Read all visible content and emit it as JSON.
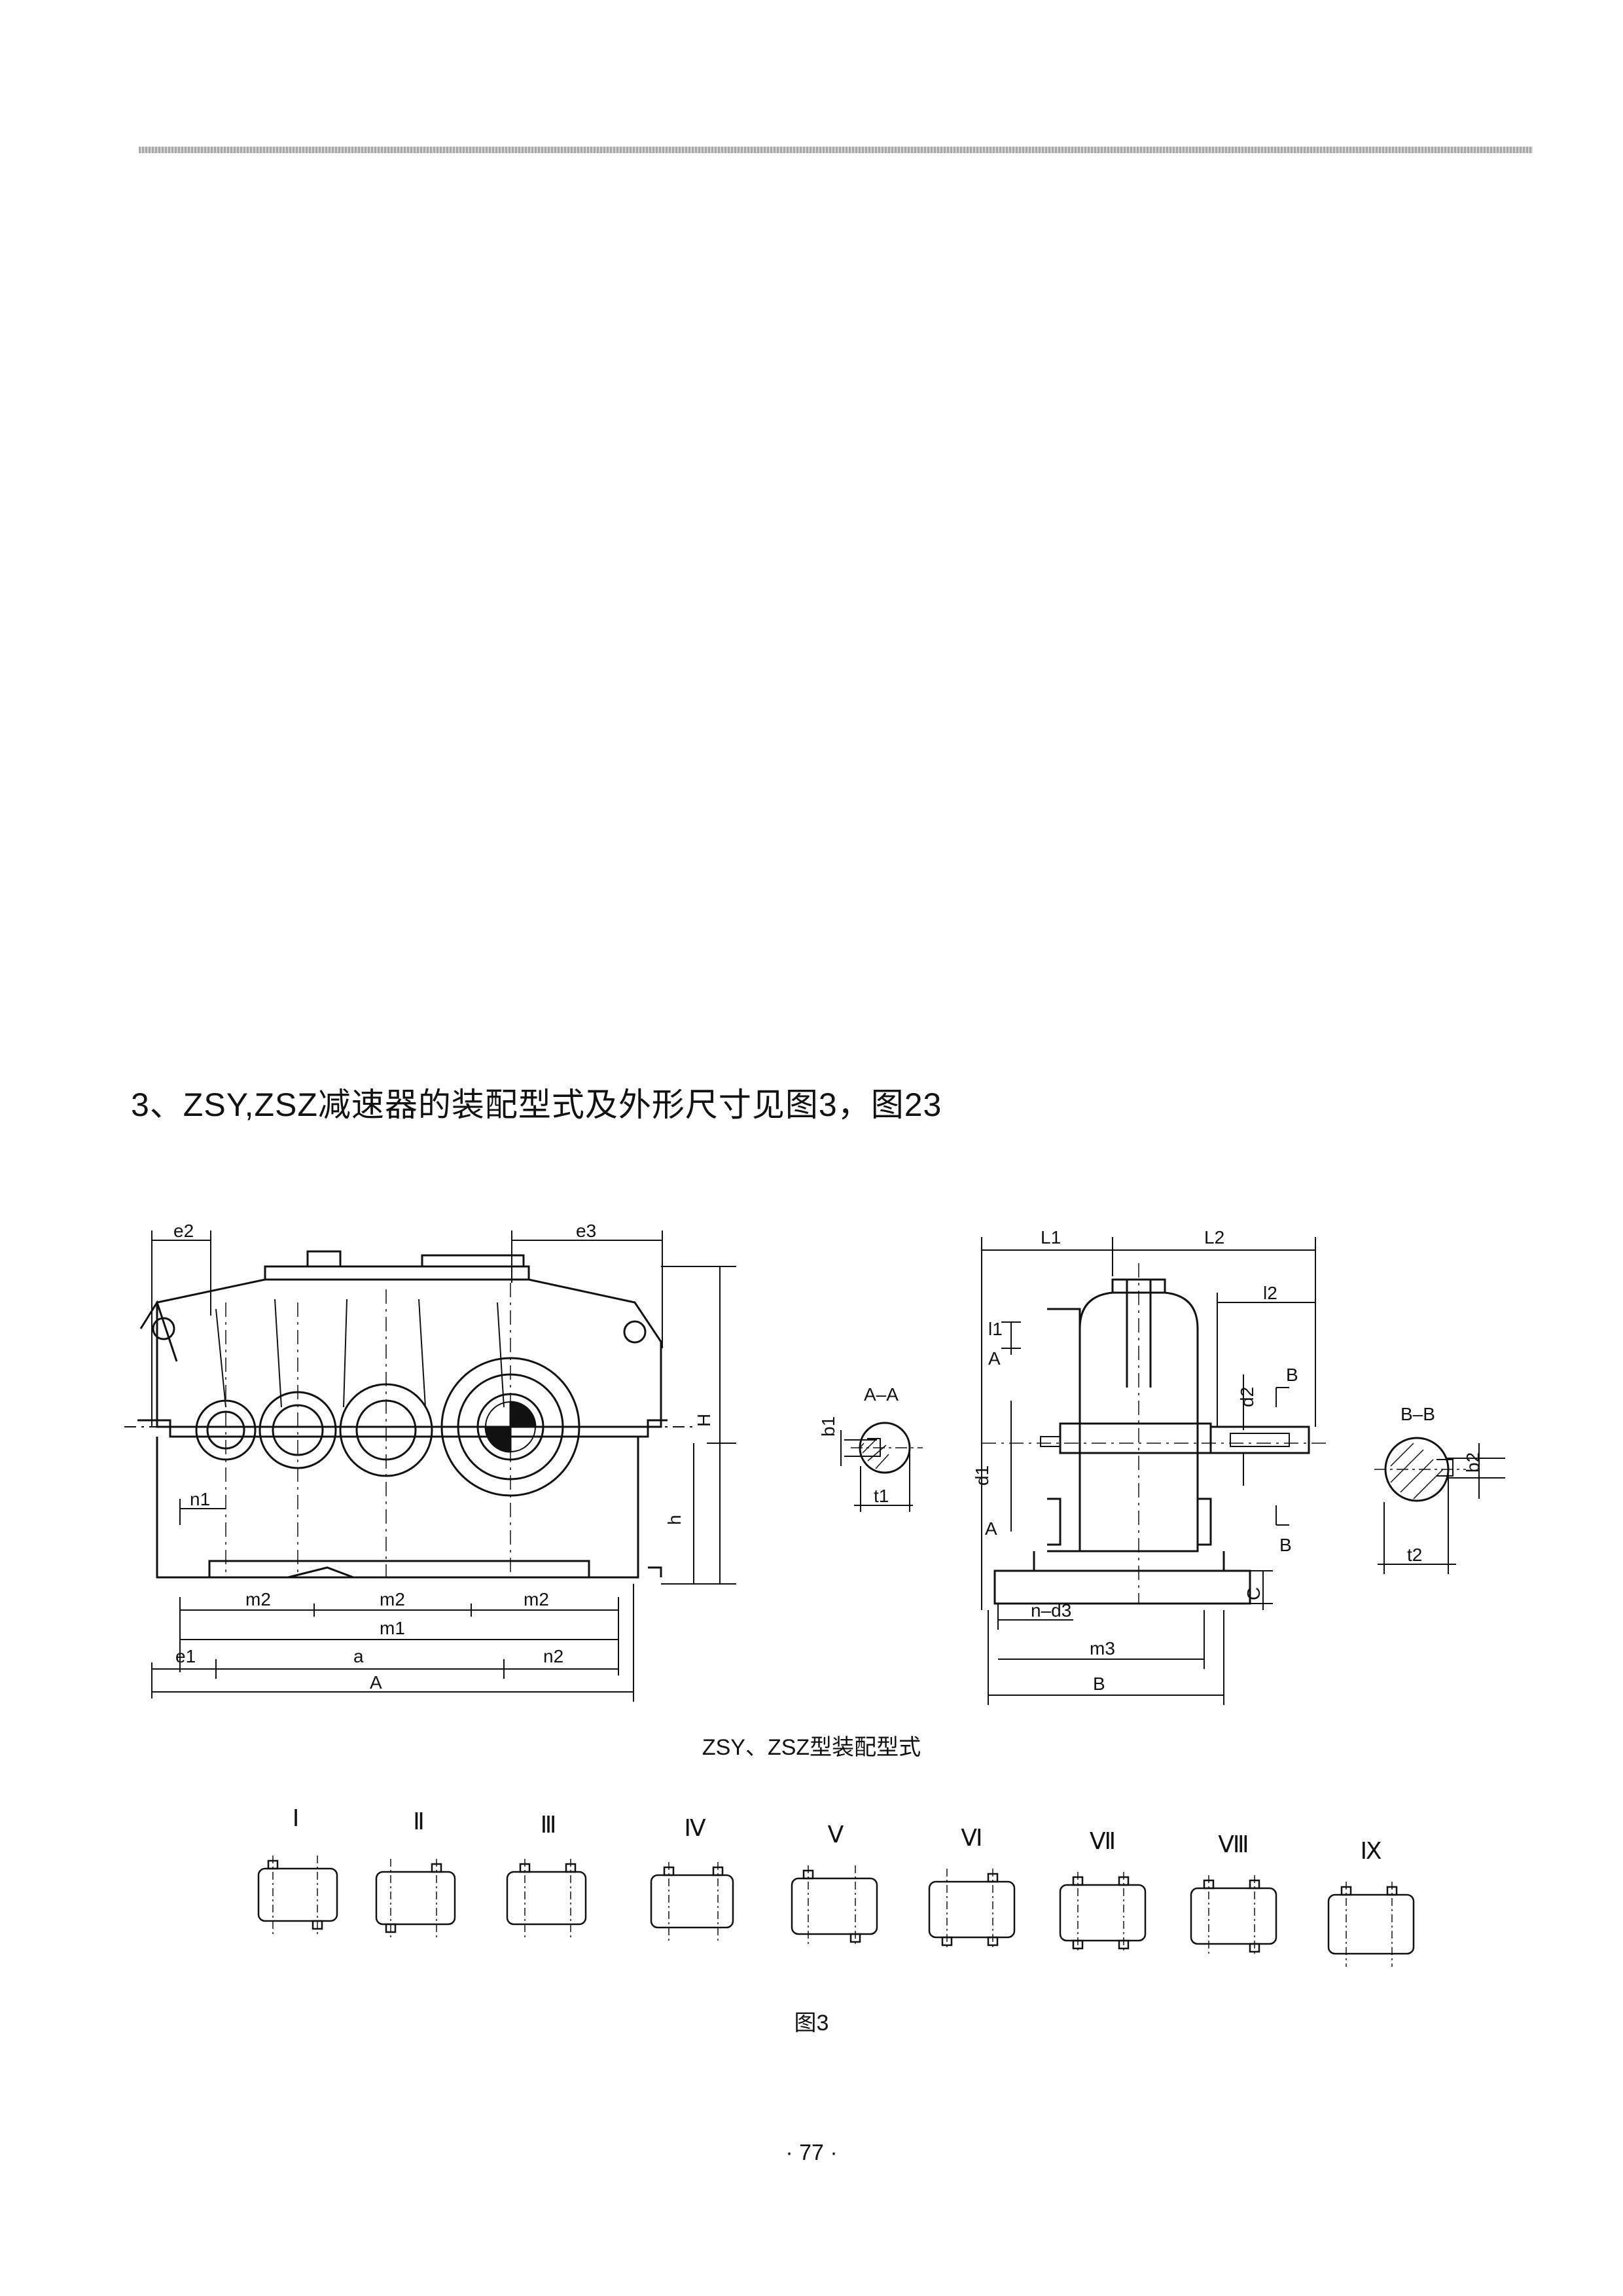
{
  "heading": "3、ZSY,ZSZ减速器的装配型式及外形尺寸见图3，图23",
  "front_view": {
    "labels": {
      "e2": "e2",
      "e3": "e3",
      "H": "H",
      "h": "h",
      "n1": "n1",
      "m2a": "m2",
      "m2b": "m2",
      "m2c": "m2",
      "m1": "m1",
      "e1": "e1",
      "a": "a",
      "n2": "n2",
      "A": "A"
    }
  },
  "section_aa": {
    "title": "A–A",
    "b1": "b1",
    "t1": "t1"
  },
  "side_view": {
    "labels": {
      "L1": "L1",
      "L2": "L2",
      "l2": "l2",
      "l1": "l1",
      "A_top": "A",
      "d1": "d1",
      "A_bot": "A",
      "d2": "d2",
      "B_top": "B",
      "B_bot": "B",
      "C": "C",
      "nd3": "n–d3",
      "m3": "m3",
      "B": "B"
    }
  },
  "section_bb": {
    "title": "B–B",
    "b2": "b2",
    "t2": "t2"
  },
  "caption_assembly": "ZSY、ZSZ型装配型式",
  "assembly_types": [
    "Ⅰ",
    "Ⅱ",
    "Ⅲ",
    "Ⅳ",
    "Ⅴ",
    "Ⅵ",
    "Ⅶ",
    "Ⅷ",
    "Ⅸ"
  ],
  "figure_caption": "图3",
  "page_number": "· 77 ·"
}
